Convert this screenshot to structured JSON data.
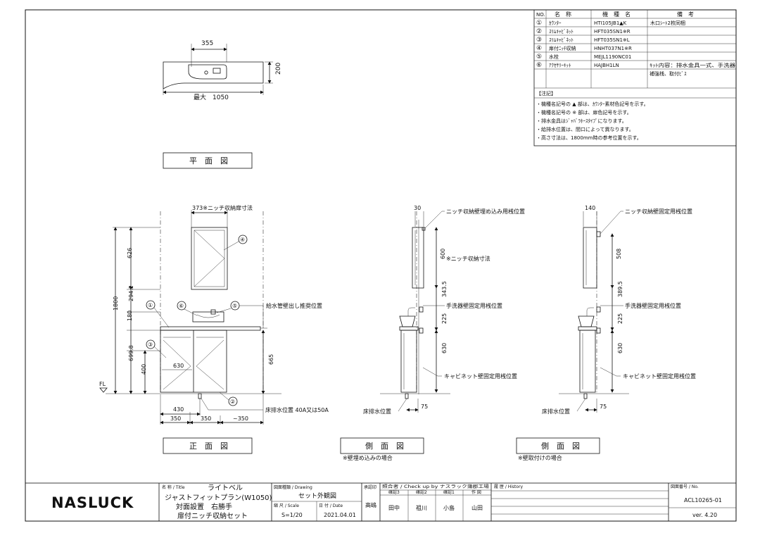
{
  "parts_table": {
    "headers": {
      "no": "NO.",
      "name": "名　称",
      "model": "機　種　名",
      "remarks": "備　考"
    },
    "rows": [
      {
        "no": "①",
        "name": "ｶｳﾝﾀｰ",
        "model": "HTI105JB1▲K",
        "remarks": "木口ｼｰﾄ2枚同梱",
        "remarks2": ""
      },
      {
        "no": "②",
        "name": "ｽﾘﾑｷｬﾋﾞﾈｯﾄ",
        "model": "HFT035SN1※R",
        "remarks": "",
        "remarks2": ""
      },
      {
        "no": "③",
        "name": "ｽﾘﾑｷｬﾋﾞﾈｯﾄ",
        "model": "HFT035SN1※L",
        "remarks": "",
        "remarks2": ""
      },
      {
        "no": "④",
        "name": "扉付ﾆｯﾁ収納",
        "model": "HNHT037N1※R",
        "remarks": "",
        "remarks2": ""
      },
      {
        "no": "⑤",
        "name": "水栓",
        "model": "MEJL1190NC01",
        "remarks": "",
        "remarks2": ""
      },
      {
        "no": "⑥",
        "name": "ｱｸｾｻﾘｰｷｯﾄ",
        "model": "HAJBH1LN",
        "remarks": "ｷｯﾄ内容：排水金具一式、手洗器",
        "remarks2": "補強桟、取付ﾋﾞｽ"
      }
    ],
    "notes_title": "【注記】",
    "notes": [
      "・機種名記号の ▲ 部は、ｶｳﾝﾀｰ素材色記号を示す。",
      "・機種名記号の ※ 部は、扉色記号を示す。",
      "・排水金具はｼﾞｬﾊﾞﾗﾎｰｽﾀｲﾌﾟになります。",
      "・給排水位置は、間口によって異なります。",
      "・高さ寸法は、1800mm時の参考位置を示す。"
    ]
  },
  "plan": {
    "dim_top": "355",
    "dim_side": "200",
    "dim_bottom": "最大　1050",
    "label": "平　面　図"
  },
  "front": {
    "niche_dim": "373※ニッチ収納扉寸法",
    "dims_left": [
      "626",
      "294.2",
      "180",
      "699.8",
      "400"
    ],
    "dim_total": "1800",
    "fl": "FL",
    "dim_630": "630",
    "dim_665": "665",
    "bottom_dims": [
      "430",
      "350",
      "350",
      "~350"
    ],
    "callouts": [
      "①",
      "②",
      "③",
      "④",
      "⑤",
      "⑥"
    ],
    "supply_label": "給水管壁出し推奨位置",
    "drain_label": "床排水位置 40A又は50A",
    "label": "正　面　図"
  },
  "side1": {
    "top_dim": "30",
    "niche_label": "ニッチ収納壁埋め込み用桟位置",
    "dim_600": "600",
    "niche_size": "※ニッチ収納寸法",
    "dim_343": "343.5",
    "basin_label": "手洗器壁固定用桟位置",
    "dim_225": "225",
    "dim_630": "630",
    "cabinet_label": "キャビネット壁固定用桟位置",
    "drain_label": "床排水位置",
    "dim_75": "75",
    "label": "側　面　図",
    "note": "※壁埋め込みの場合"
  },
  "side2": {
    "top_dim": "140",
    "niche_label": "ニッチ収納壁固定用桟位置",
    "dim_508": "508",
    "dim_389": "389.5",
    "basin_label": "手洗器壁固定用桟位置",
    "dim_225": "225",
    "dim_630": "630",
    "cabinet_label": "キャビネット壁固定用桟位置",
    "drain_label": "床排水位置",
    "dim_75": "75",
    "label": "側　面　図",
    "note": "※壁取付けの場合"
  },
  "title_block": {
    "logo": "NASLUCK",
    "title_caption": "名 称 / Title",
    "title_line1": "ライトベル",
    "title_line2": "ジャストフィットプラン(W1050)",
    "title_line3": "対面設置　右勝手",
    "title_line4": "扉付ニッチ収納セット",
    "drawing_caption": "図面種類 / Drawing",
    "drawing": "セット外観図",
    "scale_caption": "縮 尺 / Scale",
    "scale": "S=1/20",
    "date_caption": "日 付 / Date",
    "date": "2021.04.01",
    "approved_caption": "承認印",
    "approved": "高嶋",
    "check_caption": "照合者 / Check up by  ナスラック蒲郡工場",
    "check_heads": [
      "確認3",
      "確認2",
      "確認1",
      "作 図"
    ],
    "check_names": [
      "田中",
      "祖川",
      "小島",
      "山田"
    ],
    "history_caption": "履 歴 / History",
    "no_caption": "図面番号 / No.",
    "drawing_no": "ACL10265-01",
    "version": "ver. 4.20"
  }
}
